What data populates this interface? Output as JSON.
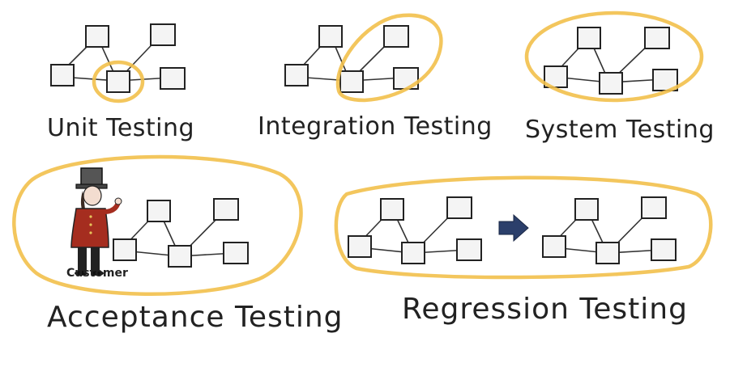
{
  "labels": {
    "unit": "Unit Testing",
    "integration": "Integration Testing",
    "system": "System Testing",
    "acceptance": "Acceptance Testing",
    "regression": "Regression Testing",
    "customer": "Customer"
  },
  "colors": {
    "highlight": "#f2c04b",
    "arrow": "#2b3f6b",
    "ink": "#222222"
  },
  "icons": {
    "customer_figure": "man-in-top-hat-icon",
    "transition_arrow": "arrow-right-icon"
  }
}
